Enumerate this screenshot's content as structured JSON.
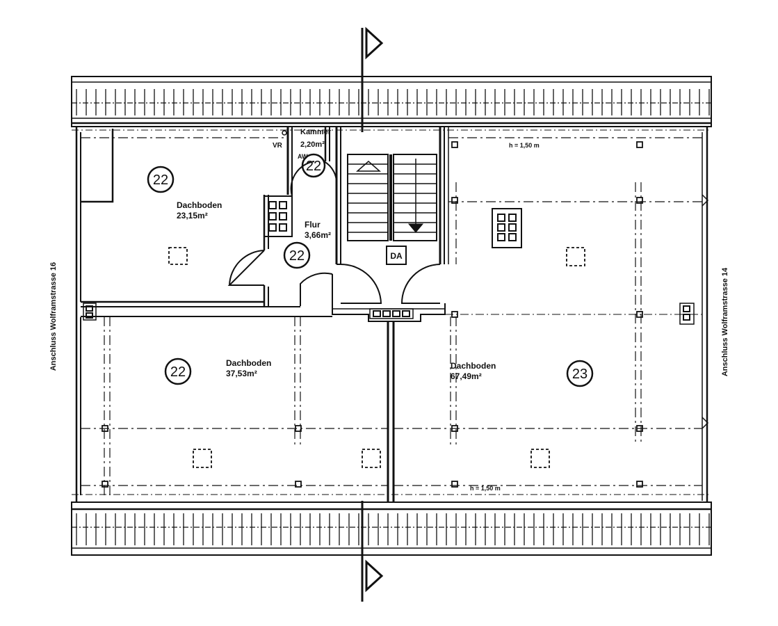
{
  "plan": {
    "side_left": "Anschluss Wolframstrasse 16",
    "side_right": "Anschluss Wolframstrasse 14",
    "height_top": "h = 1,50 m",
    "height_bottom": "h = 1,50 m",
    "vr": "VR",
    "aw": "AW",
    "da": "DA",
    "rooms": {
      "kammer": {
        "name": "Kammer",
        "area": "2,20m²",
        "number": "22"
      },
      "dach_nw": {
        "name": "Dachboden",
        "area": "23,15m²",
        "number": "22"
      },
      "flur": {
        "name": "Flur",
        "area": "3,66m²",
        "number": "22"
      },
      "dach_sw": {
        "name": "Dachboden",
        "area": "37,53m²",
        "number": "22"
      },
      "dach_e": {
        "name": "Dachboden",
        "area": "67,49m²",
        "number": "23"
      }
    }
  }
}
